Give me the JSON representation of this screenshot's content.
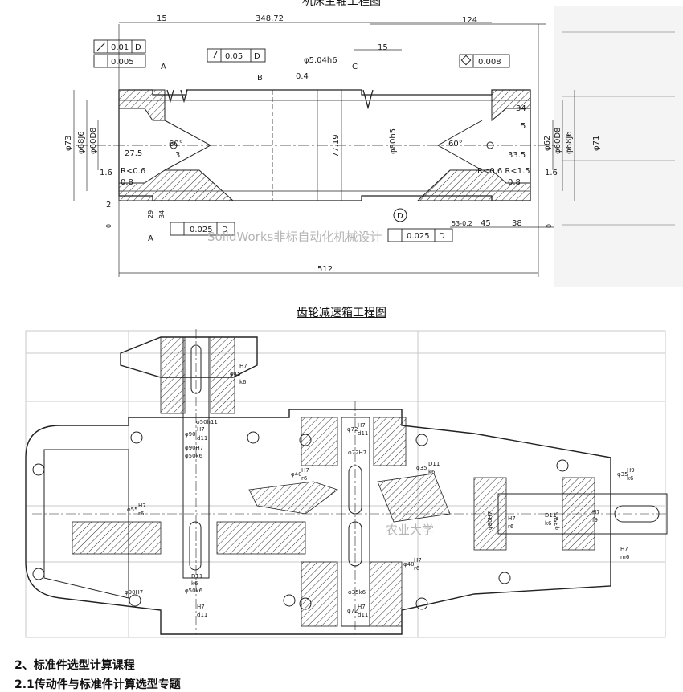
{
  "captions": {
    "shaft": "机床主轴工程图",
    "gearbox": "齿轮减速箱工程图"
  },
  "shaft": {
    "dims": {
      "d15a": "15",
      "total_top": "348.72",
      "d124": "124",
      "d15b": "15",
      "d512": "512",
      "d38": "38",
      "d53": "53-0.2",
      "d45": "45",
      "d34": "34",
      "d5": "5",
      "d33_5": "33.5",
      "d27_5": "27.5",
      "d29": "29",
      "d34b": "34",
      "d2": "2",
      "d0a": "0",
      "d0b": "0",
      "ang60a": "60°",
      "ang60b": "60°",
      "d0_4": "0.4",
      "d1_6a": "1.6",
      "d1_6b": "1.6",
      "d0_8a": "0.8",
      "d0_8b": "0.8",
      "d3": "3",
      "r1": "R<0.6",
      "r2": "R<0.6 R<1.5",
      "phi73": "φ73",
      "phi68": "φ68J6",
      "phi60a": "φ60D8",
      "phi77": "77.19",
      "phi80": "φ80h5",
      "phi62": "φ62",
      "phi60b": "φ60D8",
      "phi68b": "φ68J6",
      "phi71": "φ71",
      "phi5": "φ5.04h6"
    },
    "tolerances": {
      "t1": "0.01",
      "t1_ref": "D",
      "t2": "0.005",
      "t3": "0.05",
      "t3_ref": "D",
      "t4": "0.008",
      "t5": "0.025",
      "t5_ref": "D",
      "t6": "0.025",
      "t6_ref": "D"
    },
    "markers": {
      "a1": "A",
      "a2": "A",
      "b": "B",
      "c": "C",
      "d": "D"
    },
    "watermark": "SolidWorks非标自动化机械设计"
  },
  "gearbox": {
    "fits": {
      "f1_top": "H7",
      "f1_bot": "k6",
      "f1_pre": "φ45",
      "f2": "φ50h11",
      "f3_top": "H7",
      "f3_bot": "d11",
      "f3_pre": "φ90",
      "f4": "φ90H7",
      "f5": "φ50k6",
      "f6_top": "H7",
      "f6_bot": "d11",
      "f6_pre": "φ72",
      "f7": "φ72H7",
      "f8_top": "D11",
      "f8_bot": "k6",
      "f8_pre": "φ35",
      "f9_top": "H7",
      "f9_bot": "r6",
      "f9_pre": "φ40",
      "f10_top": "H7",
      "f10_bot": "r6",
      "f10_pre": "φ55",
      "f11_top": "H7",
      "f11_bot": "r6",
      "f11_pre": "φ40",
      "f12": "φ90H7",
      "f13_top": "D11",
      "f13_bot": "k6",
      "f14": "φ50k6",
      "f15_top": "H7",
      "f15_bot": "d11",
      "f16": "φ35k6",
      "f17_top": "H7",
      "f17_bot": "d11",
      "f17_pre": "φ72",
      "f18_top": "H9",
      "f18_bot": "k6",
      "f18_pre": "φ35",
      "f19": "φ80H7",
      "f20": "φ35k6",
      "f21_top": "H7",
      "f21_bot": "r6",
      "f22_top": "H7",
      "f22_bot": "f9",
      "f23_top": "H7",
      "f23_bot": "m6",
      "f24_top": "D11",
      "f24_bot": "k6"
    },
    "watermark": "农业大学"
  },
  "body": {
    "section_2": "2、标准件选型计算课程",
    "section_2_1": "2.1传动件与标准件计算选型专题"
  }
}
